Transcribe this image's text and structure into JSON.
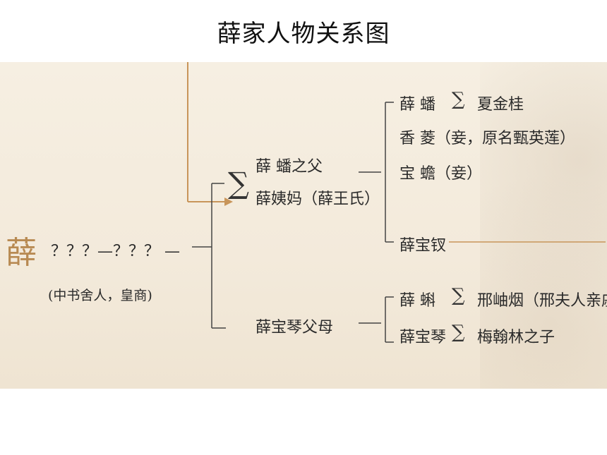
{
  "title": "薛家人物关系图",
  "nodes": {
    "surname": "薛",
    "ancestor": "？？？—？？？ —",
    "ancestor_note": "(中书舍人，皇商)",
    "father": "薛 蟠之父",
    "mother": "薛姨妈（薛王氏）",
    "baoqin_parents": "薛宝琴父母",
    "xuepan": "薛 蟠",
    "xuepan_spouse": "夏金桂",
    "xiangling": "香 菱（妾，原名甄英莲）",
    "baochan": "宝 蟾（妾）",
    "baochai": "薛宝钗",
    "xueke": "薛 蝌",
    "xueke_spouse": "邢岫烟（邢夫人亲戚）",
    "baoqin": "薛宝琴",
    "baoqin_spouse": "梅翰林之子",
    "sigma": "∑"
  },
  "colors": {
    "panel": "#f3eadb",
    "arrow": "#c8955a",
    "line": "#444444",
    "accent": "#b88a52"
  }
}
